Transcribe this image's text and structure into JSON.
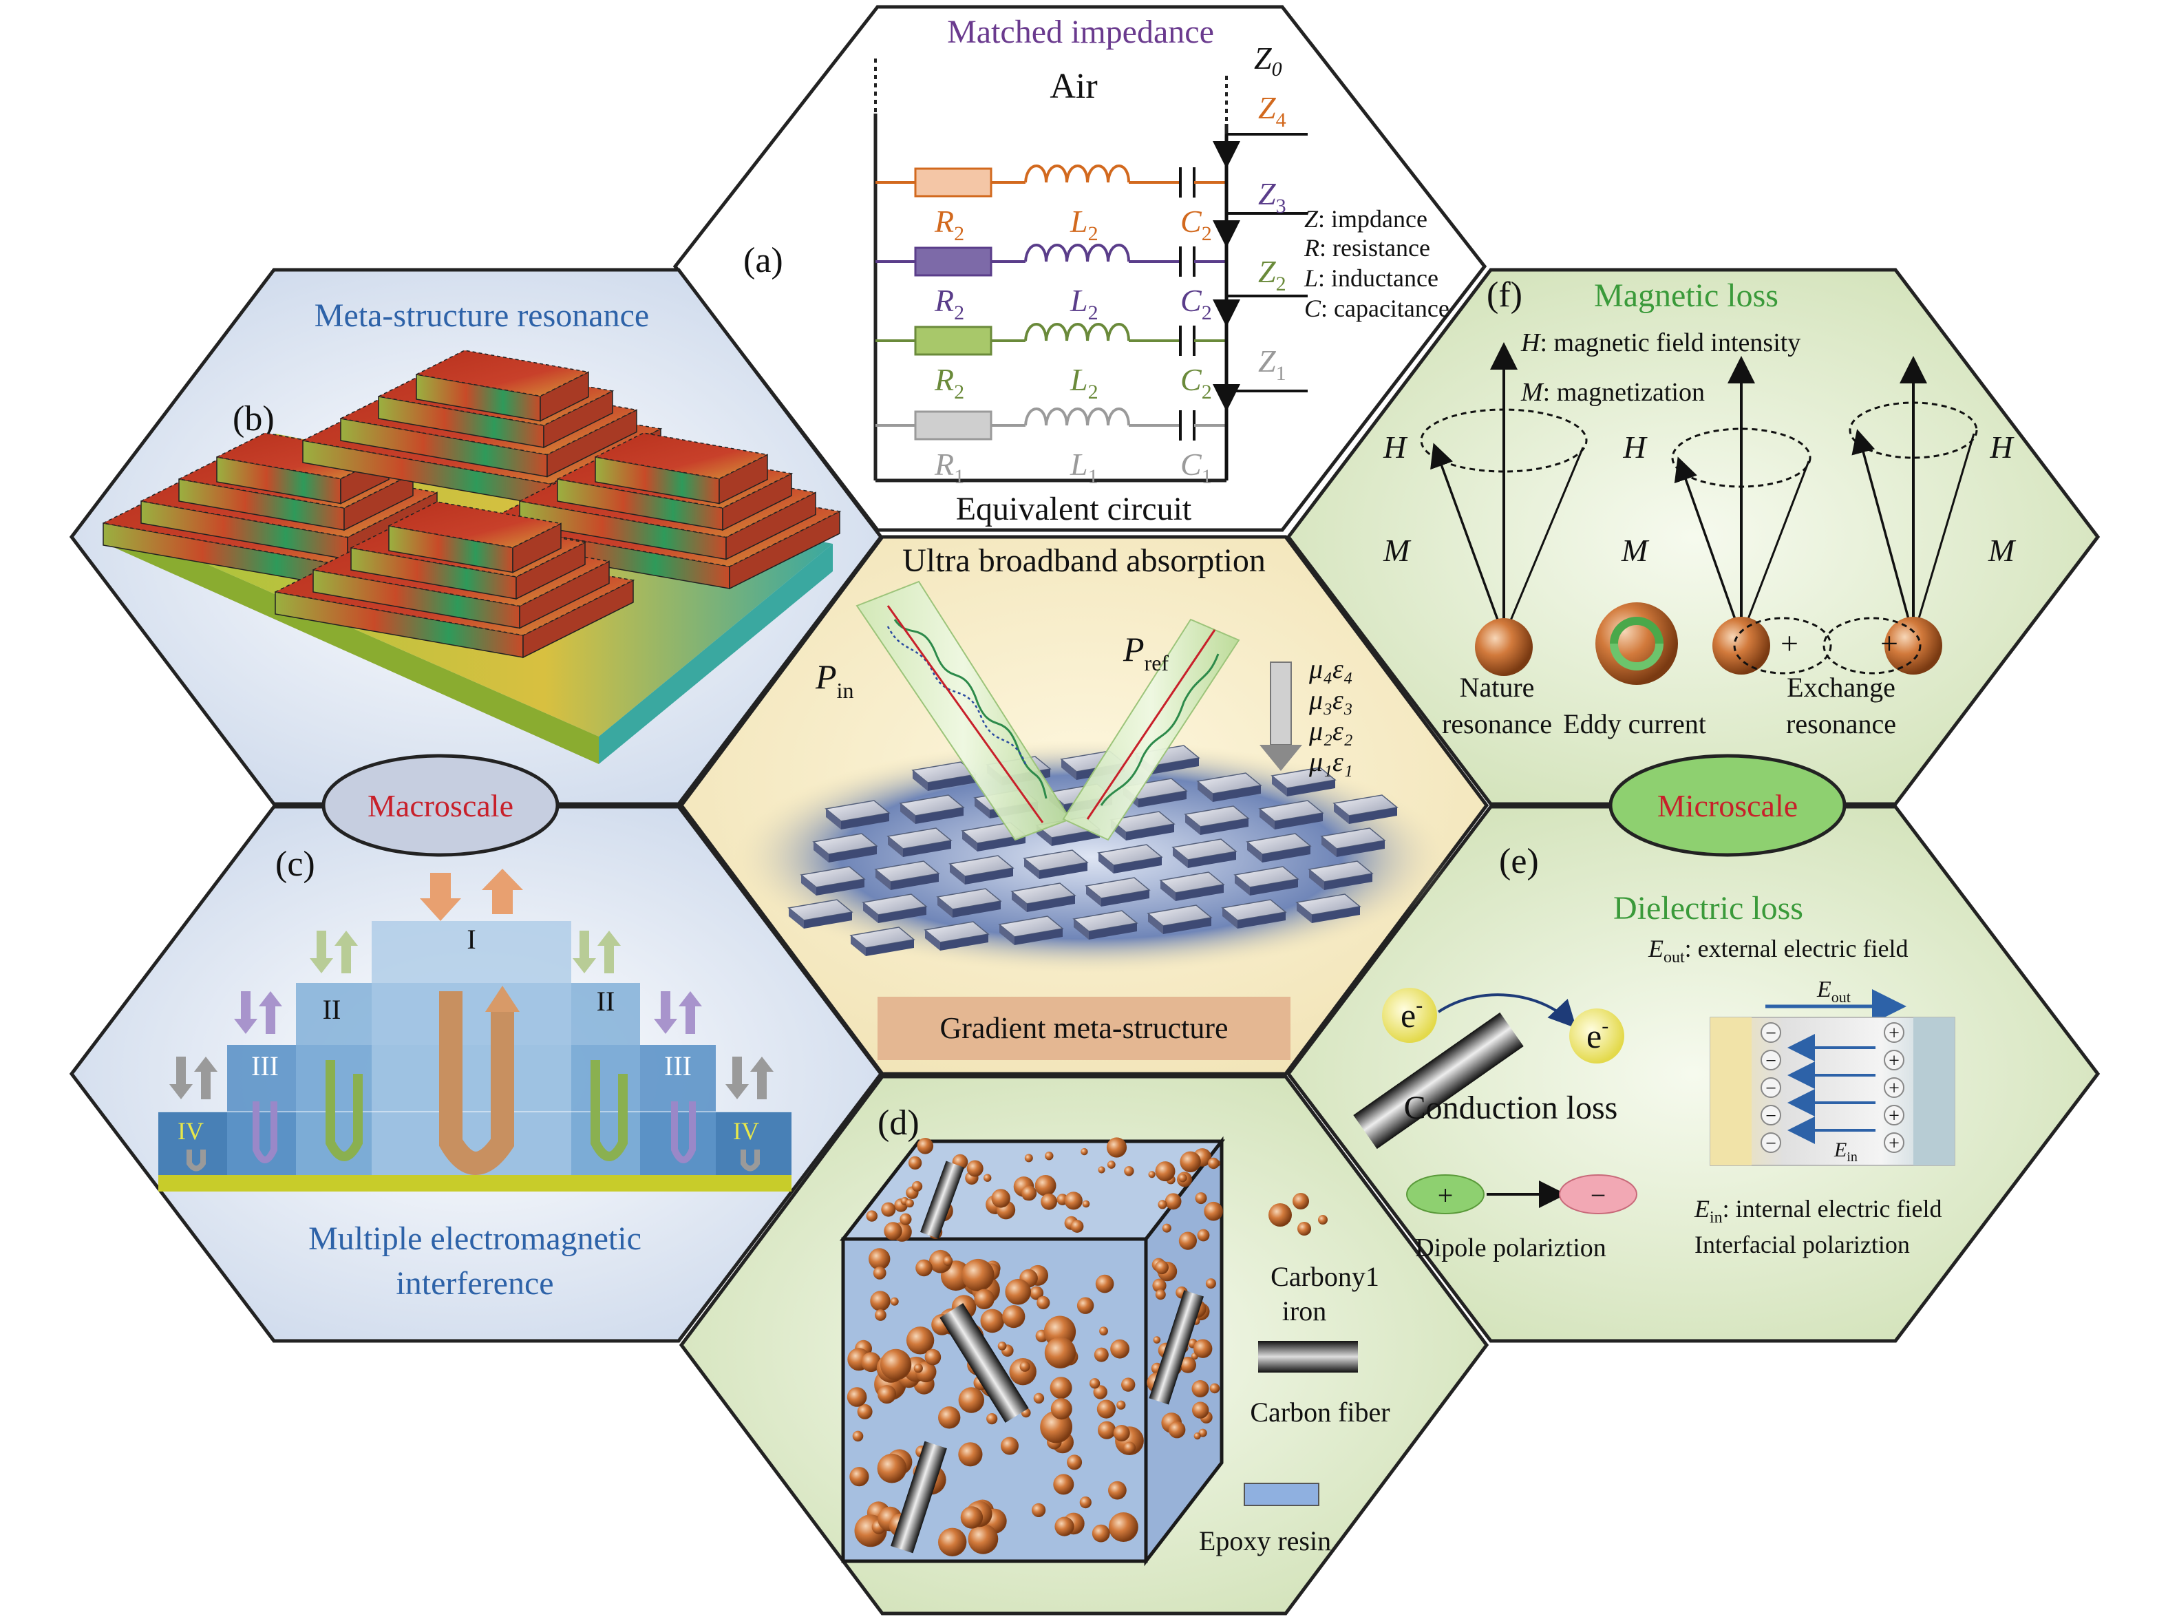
{
  "center": {
    "title": "Ultra broadband absorption",
    "p_in": "P",
    "p_in_sub": "in",
    "p_ref": "P",
    "p_ref_sub": "ref",
    "layers": [
      "μ₄ε₄",
      "μ₃ε₃",
      "μ₂ε₂",
      "μ₁ε₁"
    ],
    "caption": "Gradient meta-structure"
  },
  "panel_a": {
    "tag": "(a)",
    "title": "Matched impedance",
    "air": "Air",
    "z0": "Z",
    "z0_sub": "0",
    "z_labels": [
      {
        "t": "Z",
        "s": "4",
        "color": "#d2691e"
      },
      {
        "t": "Z",
        "s": "3",
        "color": "#5a3d8a"
      },
      {
        "t": "Z",
        "s": "2",
        "color": "#6a8a3a"
      },
      {
        "t": "Z",
        "s": "1",
        "color": "#999999"
      }
    ],
    "rows": [
      {
        "r": "R",
        "rs": "2",
        "l": "L",
        "ls": "2",
        "c": "C",
        "cs": "2",
        "color": "#d2691e",
        "fill": "#f4c6a6"
      },
      {
        "r": "R",
        "rs": "2",
        "l": "L",
        "ls": "2",
        "c": "C",
        "cs": "2",
        "color": "#5a3d8a",
        "fill": "#7d6aa8"
      },
      {
        "r": "R",
        "rs": "2",
        "l": "L",
        "ls": "2",
        "c": "C",
        "cs": "2",
        "color": "#6a8a3a",
        "fill": "#a8c86a"
      },
      {
        "r": "R",
        "rs": "1",
        "l": "L",
        "ls": "1",
        "c": "C",
        "cs": "1",
        "color": "#9a9a9a",
        "fill": "#cfcfcf"
      }
    ],
    "legend": [
      {
        "k": "Z",
        "v": ": impdance"
      },
      {
        "k": "R",
        "v": ": resistance"
      },
      {
        "k": "L",
        "v": ": inductance"
      },
      {
        "k": "C",
        "v": ": capacitance"
      }
    ],
    "caption": "Equivalent circuit"
  },
  "panel_b": {
    "tag": "(b)",
    "title": "Meta-structure resonance"
  },
  "panel_c": {
    "tag": "(c)",
    "levels": [
      "I",
      "II",
      "II",
      "III",
      "III",
      "IV",
      "IV"
    ],
    "title_line1": "Multiple electromagnetic",
    "title_line2": "interference"
  },
  "macroscale": "Macroscale",
  "microscale": "Microscale",
  "panel_d": {
    "tag": "(d)",
    "legend_iron_1": "Carbony1",
    "legend_iron_2": "iron",
    "legend_fiber": "Carbon fiber",
    "legend_epoxy": "Epoxy resin"
  },
  "panel_e": {
    "tag": "(e)",
    "title": "Dielectric loss",
    "eout_def_sym": "E",
    "eout_def_sub": "out",
    "eout_def": ": external electric field",
    "eout": "E",
    "eout_sub": "out",
    "ein": "E",
    "ein_sub": "in",
    "electron": "e",
    "conduction": "Conduction loss",
    "dipole": "Dipole polariztion",
    "ein_def_sym": "E",
    "ein_def_sub": "in",
    "ein_def": ": internal electric field",
    "interfacial": "Interfacial polariztion",
    "plus": "+",
    "minus": "−"
  },
  "panel_f": {
    "tag": "(f)",
    "title": "Magnetic loss",
    "h_def_sym": "H",
    "h_def": ": magnetic field intensity",
    "m_def_sym": "M",
    "m_def": ": magnetization",
    "h": "H",
    "m": "M",
    "nature_1": "Nature",
    "nature_2": "resonance",
    "eddy": "Eddy current",
    "exchange_1": "Exchange",
    "exchange_2": "resonance",
    "plus": "+"
  }
}
